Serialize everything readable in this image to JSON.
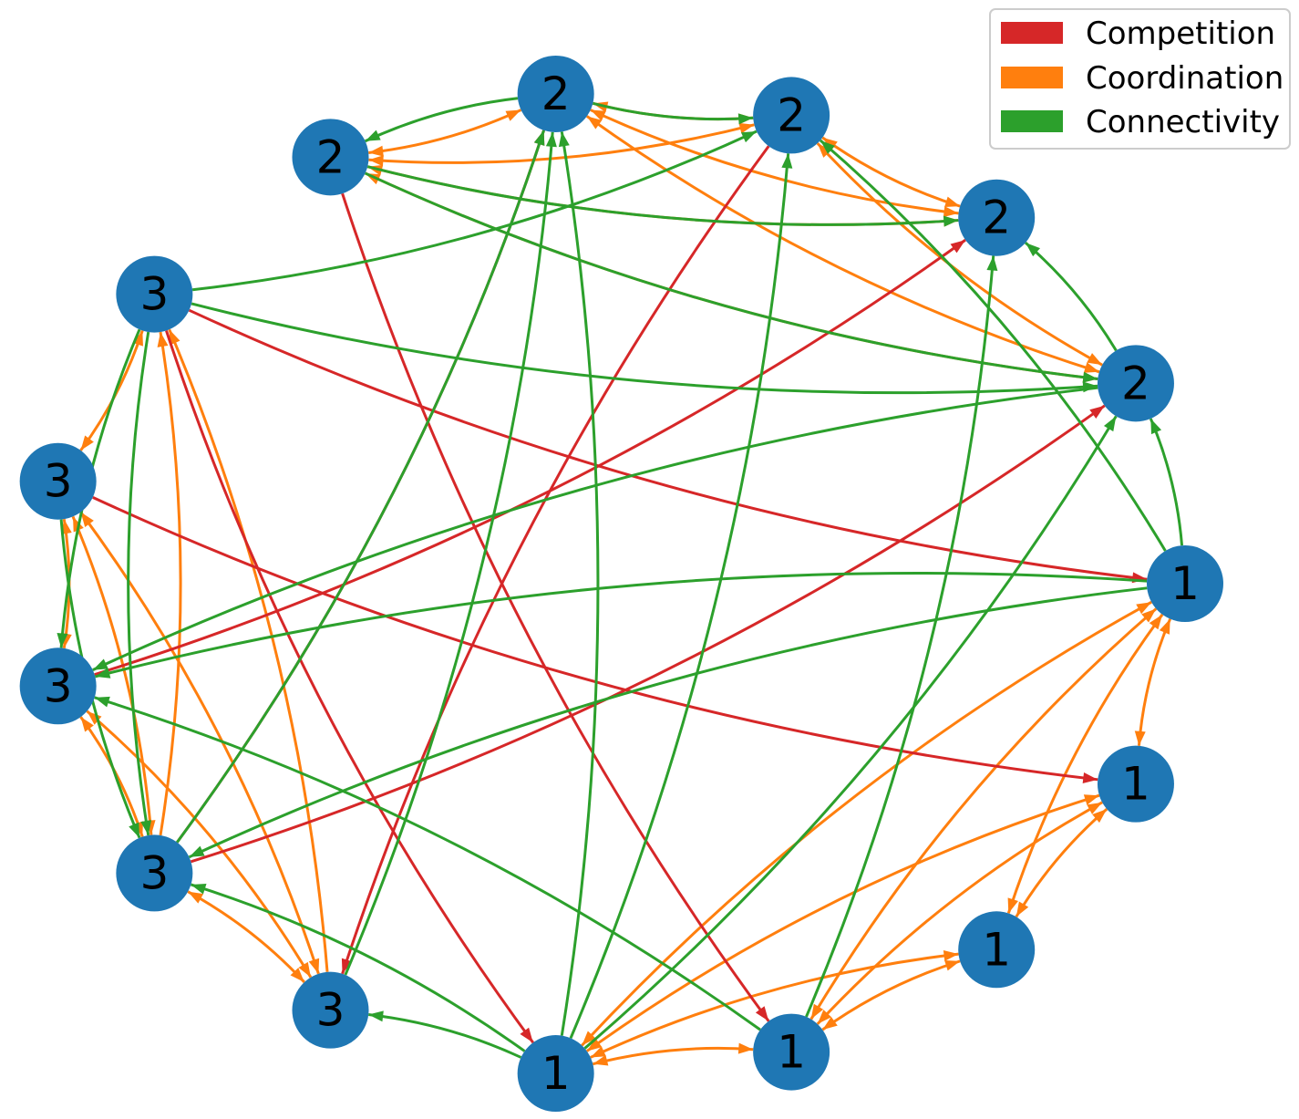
{
  "legend": {
    "items": [
      {
        "label": "Competition",
        "color": "#d62728"
      },
      {
        "label": "Coordination",
        "color": "#ff7f0e"
      },
      {
        "label": "Connectivity",
        "color": "#2ca02c"
      }
    ]
  },
  "node_color": "#1f77b4",
  "nodes": [
    {
      "label": "1"
    },
    {
      "label": "1"
    },
    {
      "label": "1"
    },
    {
      "label": "1"
    },
    {
      "label": "1"
    },
    {
      "label": "3"
    },
    {
      "label": "3"
    },
    {
      "label": "3"
    },
    {
      "label": "3"
    },
    {
      "label": "3"
    },
    {
      "label": "2"
    },
    {
      "label": "2"
    },
    {
      "label": "2"
    },
    {
      "label": "2"
    },
    {
      "label": "2"
    }
  ],
  "edges": [
    {
      "from": 0,
      "to": 1,
      "type": "Coordination",
      "bidirectional": true
    },
    {
      "from": 0,
      "to": 2,
      "type": "Coordination",
      "bidirectional": true
    },
    {
      "from": 0,
      "to": 3,
      "type": "Coordination",
      "bidirectional": true
    },
    {
      "from": 0,
      "to": 4,
      "type": "Coordination",
      "bidirectional": true
    },
    {
      "from": 1,
      "to": 2,
      "type": "Coordination",
      "bidirectional": true
    },
    {
      "from": 1,
      "to": 3,
      "type": "Coordination",
      "bidirectional": true
    },
    {
      "from": 1,
      "to": 4,
      "type": "Coordination",
      "bidirectional": true
    },
    {
      "from": 2,
      "to": 3,
      "type": "Coordination",
      "bidirectional": true
    },
    {
      "from": 2,
      "to": 4,
      "type": "Coordination",
      "bidirectional": true
    },
    {
      "from": 3,
      "to": 4,
      "type": "Coordination",
      "bidirectional": true
    },
    {
      "from": 5,
      "to": 6,
      "type": "Coordination",
      "bidirectional": true
    },
    {
      "from": 5,
      "to": 7,
      "type": "Coordination",
      "bidirectional": true
    },
    {
      "from": 5,
      "to": 8,
      "type": "Coordination",
      "bidirectional": true
    },
    {
      "from": 5,
      "to": 9,
      "type": "Coordination",
      "bidirectional": false
    },
    {
      "from": 6,
      "to": 7,
      "type": "Coordination",
      "bidirectional": true
    },
    {
      "from": 6,
      "to": 8,
      "type": "Coordination",
      "bidirectional": true
    },
    {
      "from": 6,
      "to": 9,
      "type": "Coordination",
      "bidirectional": false
    },
    {
      "from": 7,
      "to": 8,
      "type": "Coordination",
      "bidirectional": true
    },
    {
      "from": 8,
      "to": 9,
      "type": "Coordination",
      "bidirectional": true
    },
    {
      "from": 10,
      "to": 11,
      "type": "Coordination",
      "bidirectional": true
    },
    {
      "from": 10,
      "to": 12,
      "type": "Coordination",
      "bidirectional": true
    },
    {
      "from": 10,
      "to": 13,
      "type": "Coordination",
      "bidirectional": true
    },
    {
      "from": 10,
      "to": 14,
      "type": "Coordination",
      "bidirectional": true
    },
    {
      "from": 11,
      "to": 12,
      "type": "Coordination",
      "bidirectional": true
    },
    {
      "from": 11,
      "to": 13,
      "type": "Coordination",
      "bidirectional": true
    },
    {
      "from": 11,
      "to": 14,
      "type": "Coordination",
      "bidirectional": true
    },
    {
      "from": 12,
      "to": 13,
      "type": "Coordination",
      "bidirectional": true
    },
    {
      "from": 12,
      "to": 14,
      "type": "Coordination",
      "bidirectional": true
    },
    {
      "from": 9,
      "to": 0,
      "type": "Competition",
      "bidirectional": false
    },
    {
      "from": 8,
      "to": 1,
      "type": "Competition",
      "bidirectional": false
    },
    {
      "from": 10,
      "to": 3,
      "type": "Competition",
      "bidirectional": false
    },
    {
      "from": 9,
      "to": 4,
      "type": "Competition",
      "bidirectional": false
    },
    {
      "from": 6,
      "to": 14,
      "type": "Competition",
      "bidirectional": false
    },
    {
      "from": 12,
      "to": 5,
      "type": "Competition",
      "bidirectional": false
    },
    {
      "from": 7,
      "to": 13,
      "type": "Competition",
      "bidirectional": false
    },
    {
      "from": 6,
      "to": 11,
      "type": "Competition",
      "bidirectional": false
    },
    {
      "from": 0,
      "to": 14,
      "type": "Connectivity",
      "bidirectional": false
    },
    {
      "from": 0,
      "to": 12,
      "type": "Connectivity",
      "bidirectional": false
    },
    {
      "from": 0,
      "to": 7,
      "type": "Connectivity",
      "bidirectional": false
    },
    {
      "from": 0,
      "to": 6,
      "type": "Connectivity",
      "bidirectional": false
    },
    {
      "from": 3,
      "to": 13,
      "type": "Connectivity",
      "bidirectional": false
    },
    {
      "from": 3,
      "to": 7,
      "type": "Connectivity",
      "bidirectional": false
    },
    {
      "from": 4,
      "to": 14,
      "type": "Connectivity",
      "bidirectional": false
    },
    {
      "from": 4,
      "to": 12,
      "type": "Connectivity",
      "bidirectional": false
    },
    {
      "from": 4,
      "to": 11,
      "type": "Connectivity",
      "bidirectional": false
    },
    {
      "from": 4,
      "to": 5,
      "type": "Connectivity",
      "bidirectional": false
    },
    {
      "from": 4,
      "to": 6,
      "type": "Connectivity",
      "bidirectional": false
    },
    {
      "from": 14,
      "to": 13,
      "type": "Connectivity",
      "bidirectional": false
    },
    {
      "from": 10,
      "to": 13,
      "type": "Connectivity",
      "bidirectional": false
    },
    {
      "from": 10,
      "to": 14,
      "type": "Connectivity",
      "bidirectional": false
    },
    {
      "from": 11,
      "to": 12,
      "type": "Connectivity",
      "bidirectional": false
    },
    {
      "from": 11,
      "to": 10,
      "type": "Connectivity",
      "bidirectional": false
    },
    {
      "from": 9,
      "to": 14,
      "type": "Connectivity",
      "bidirectional": false
    },
    {
      "from": 9,
      "to": 12,
      "type": "Connectivity",
      "bidirectional": false
    },
    {
      "from": 9,
      "to": 7,
      "type": "Connectivity",
      "bidirectional": false
    },
    {
      "from": 9,
      "to": 6,
      "type": "Connectivity",
      "bidirectional": false
    },
    {
      "from": 14,
      "to": 7,
      "type": "Connectivity",
      "bidirectional": false
    },
    {
      "from": 5,
      "to": 11,
      "type": "Connectivity",
      "bidirectional": false
    },
    {
      "from": 6,
      "to": 11,
      "type": "Connectivity",
      "bidirectional": false
    },
    {
      "from": 8,
      "to": 6,
      "type": "Connectivity",
      "bidirectional": false
    }
  ]
}
